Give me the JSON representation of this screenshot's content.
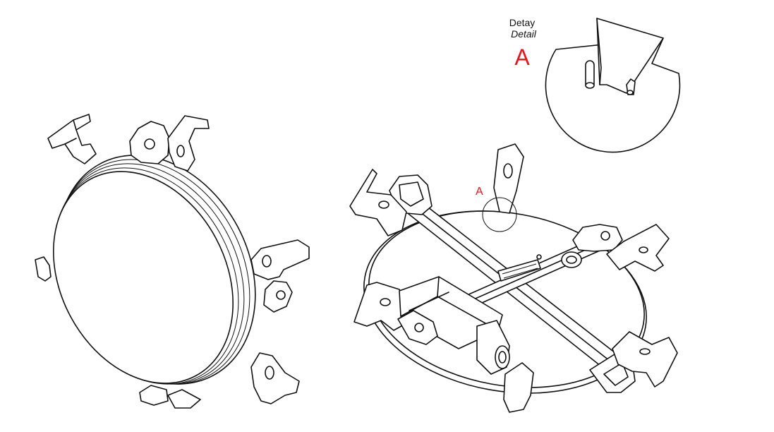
{
  "detail": {
    "title_tr": "Detay",
    "title_en": "Detail",
    "letter": "A"
  },
  "callout": {
    "letter": "A"
  },
  "colors": {
    "label_red": "#e8141b",
    "line": "#111111"
  }
}
